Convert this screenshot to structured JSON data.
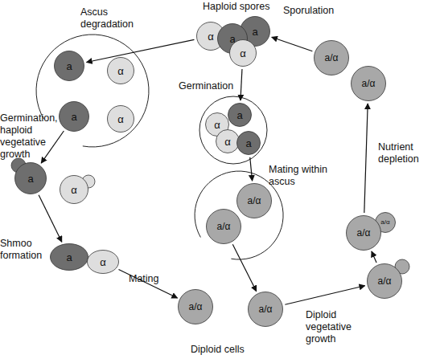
{
  "diagram": {
    "nodes": [
      {
        "text": [
          "α"
        ]
      },
      {
        "text": [
          "a"
        ]
      },
      {
        "text": [
          "a"
        ]
      },
      {
        "text": [
          "α"
        ]
      },
      {
        "text": [
          "a"
        ]
      },
      {
        "text": [
          "α"
        ]
      },
      {
        "text": [
          "a"
        ]
      },
      {
        "text": [
          "α"
        ]
      },
      {
        "text": [
          "α"
        ]
      },
      {
        "text": [
          "a"
        ]
      },
      {
        "text": [
          "α"
        ]
      },
      {
        "text": [
          "a"
        ]
      },
      {
        "text": [
          "a/α"
        ]
      },
      {
        "text": [
          "a/α"
        ]
      },
      {
        "text": [
          "a"
        ]
      },
      {
        "text": [
          "α"
        ]
      },
      {
        "text": [
          "a"
        ]
      },
      {
        "text": [
          "α"
        ]
      },
      {
        "text": [
          "a/α"
        ]
      },
      {
        "text": [
          "a/α"
        ]
      },
      {
        "text": [
          "a/α"
        ]
      },
      {
        "text": [
          "a/α"
        ]
      },
      {
        "text": [
          "a/α"
        ]
      },
      {
        "text": [
          "a/α"
        ]
      },
      {
        "text": [
          "a/α"
        ]
      }
    ],
    "edges": [
      {
        "from": 23,
        "to": 2,
        "label": "Sporulation",
        "arrow": "to"
      },
      {
        "from": 0,
        "to": 4,
        "label": "Ascus degradation",
        "arrow": "to"
      },
      {
        "from": 3,
        "to": 9,
        "label": "Germination",
        "arrow": "to"
      },
      {
        "from": 11,
        "to": 12,
        "label": "Mating within ascus",
        "arrow": "to"
      },
      {
        "from": 6,
        "to": 14,
        "label": "Germination, haploid vegetative growth",
        "arrow": "to"
      },
      {
        "from": 14,
        "to": 16,
        "label": "Shmoo formation",
        "arrow": "to"
      },
      {
        "from": 17,
        "to": 18,
        "label": "Mating",
        "arrow": "to"
      },
      {
        "from": 13,
        "to": 19,
        "arrow": "to"
      },
      {
        "from": 19,
        "to": 20,
        "label": "Diploid vegetative growth",
        "arrow": "to"
      },
      {
        "from": 20,
        "to": 21,
        "arrow": "to"
      },
      {
        "from": 21,
        "to": 24,
        "label": "Nutrient depletion",
        "arrow": "to"
      }
    ],
    "labels": [
      "Haploid spores",
      "Diploid cells"
    ]
  }
}
